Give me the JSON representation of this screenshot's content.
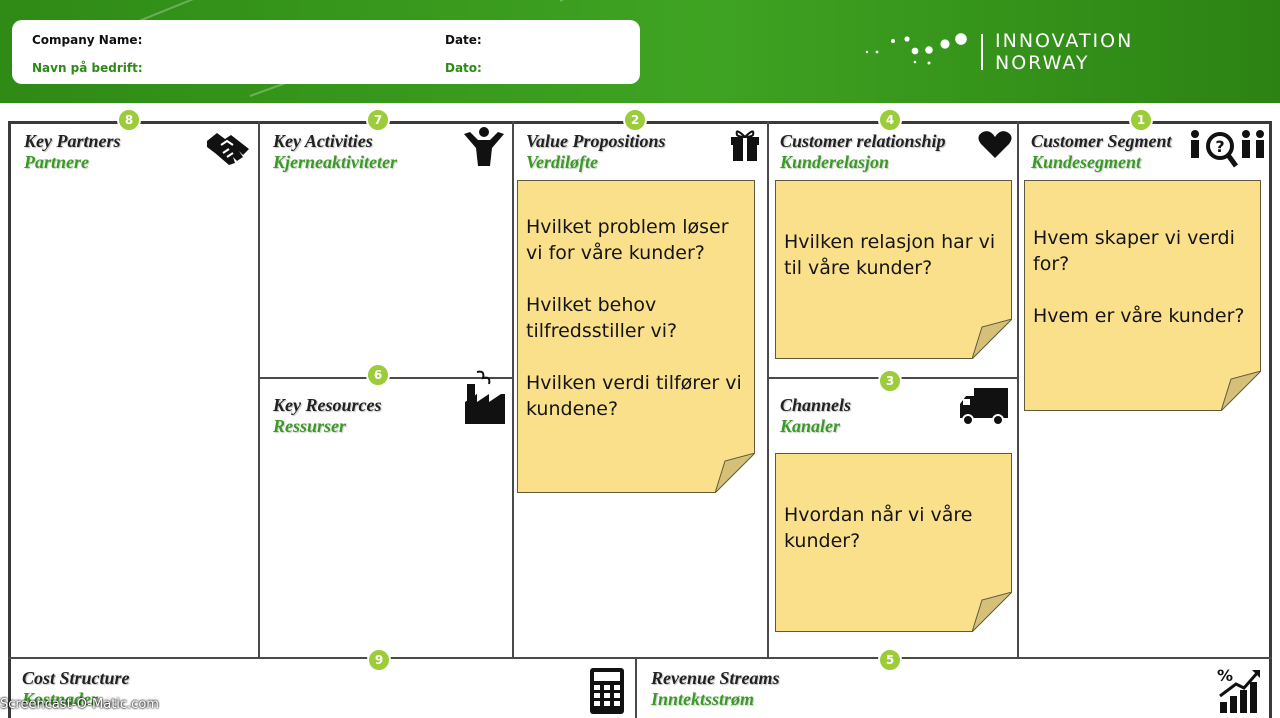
{
  "header": {
    "company_name_label": "Company Name:",
    "company_name_label_no": "Navn på bedrift:",
    "date_label": "Date:",
    "date_label_no": "Dato:",
    "logo_line1": "INNOVATION",
    "logo_line2": "NORWAY"
  },
  "blocks": {
    "key_partners": {
      "number": "8",
      "title": "Key Partners",
      "subtitle": "Partnere"
    },
    "key_activities": {
      "number": "7",
      "title": "Key Activities",
      "subtitle": "Kjerneaktiviteter"
    },
    "key_resources": {
      "number": "6",
      "title": "Key Resources",
      "subtitle": "Ressurser"
    },
    "value_propositions": {
      "number": "2",
      "title": "Value Propositions",
      "subtitle": "Verdiløfte"
    },
    "customer_relationship": {
      "number": "4",
      "title": "Customer relationship",
      "subtitle": "Kunderelasjon"
    },
    "channels": {
      "number": "3",
      "title": "Channels",
      "subtitle": "Kanaler"
    },
    "customer_segment": {
      "number": "1",
      "title": "Customer Segment",
      "subtitle": "Kundesegment"
    },
    "cost_structure": {
      "number": "9",
      "title": "Cost Structure",
      "subtitle": "Kostnader"
    },
    "revenue_streams": {
      "number": "5",
      "title": "Revenue Streams",
      "subtitle": "Inntektsstrøm"
    }
  },
  "notes": {
    "value_propositions": [
      "Hvilket problem løser vi for våre kunder?",
      "Hvilket behov tilfredsstiller vi?",
      "Hvilken verdi tilfører vi kundene?"
    ],
    "customer_relationship": [
      "Hvilken relasjon har vi til våre kunder?"
    ],
    "channels": [
      "Hvordan når vi våre kunder?"
    ],
    "customer_segment": [
      "Hvem skaper vi verdi for?",
      "Hvem er våre kunder?"
    ]
  },
  "watermark": "Screencast-O-Matic.com",
  "colors": {
    "header_green": "#3fa322",
    "badge_green": "#9ccc3a",
    "subtitle_green": "#3b9a26",
    "note_yellow": "#fbe08c"
  }
}
